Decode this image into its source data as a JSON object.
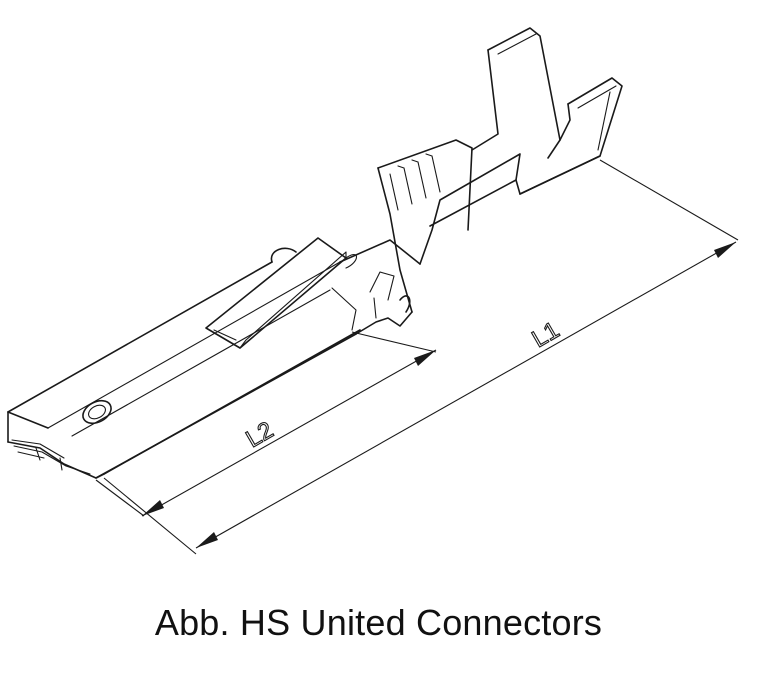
{
  "dimension_labels": {
    "l1": "L1",
    "l2": "L2"
  },
  "caption": "Abb. HS United Connectors"
}
